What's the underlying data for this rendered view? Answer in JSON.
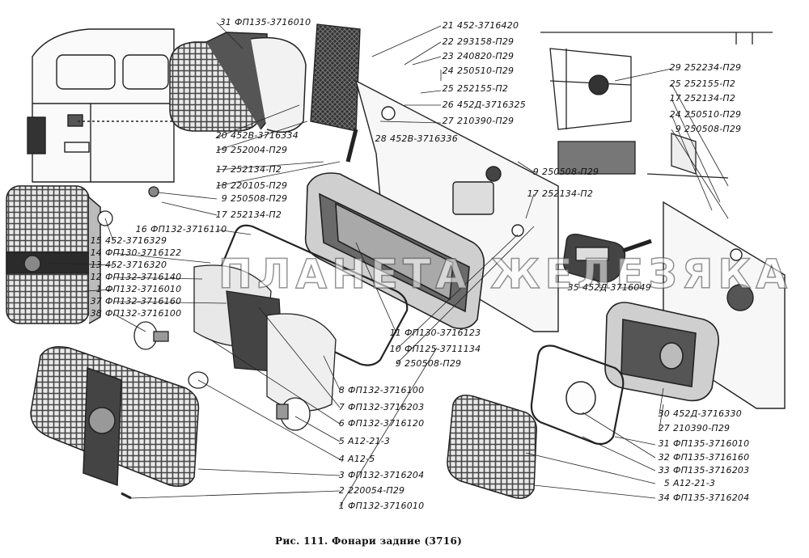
{
  "caption": "Рис. 111. Фонари задние (3716)",
  "watermark": "ПЛАНЕТА ЖЕЛЕЗЯКА",
  "callouts_top_center": [
    {
      "num": "31",
      "code": "ФП135-3716010"
    },
    {
      "num": "21",
      "code": "452-3716420"
    },
    {
      "num": "22",
      "code": "293158-П29"
    },
    {
      "num": "23",
      "code": "240820-П29"
    },
    {
      "num": "24",
      "code": "250510-П29"
    },
    {
      "num": "25",
      "code": "252155-П2"
    },
    {
      "num": "26",
      "code": "452Д-3716325"
    },
    {
      "num": "27",
      "code": "210390-П29"
    },
    {
      "num": "28",
      "code": "452В-3716336"
    }
  ],
  "callouts_left": [
    {
      "num": "20",
      "code": "452В-3716334"
    },
    {
      "num": "19",
      "code": "252004-П29"
    },
    {
      "num": "17",
      "code": "252134-П2"
    },
    {
      "num": "18",
      "code": "220105-П29"
    },
    {
      "num": "9",
      "code": "250508-П29"
    },
    {
      "num": "17",
      "code": "252134-П2"
    },
    {
      "num": "16",
      "code": "ФП132-3716110"
    },
    {
      "num": "15",
      "code": "452-3716329"
    },
    {
      "num": "14",
      "code": "ФП130-3716122"
    },
    {
      "num": "13",
      "code": "452-3716320"
    },
    {
      "num": "12",
      "code": "ФП132-3716140"
    },
    {
      "num": "1",
      "code": "ФП132-3716010"
    },
    {
      "num": "37",
      "code": "ФП132-3716160"
    },
    {
      "num": "38",
      "code": "ФП132-3716100"
    }
  ],
  "callouts_right_top": [
    {
      "num": "29",
      "code": "252234-П29"
    },
    {
      "num": "25",
      "code": "252155-П2"
    },
    {
      "num": "17",
      "code": "252134-П2"
    },
    {
      "num": "24",
      "code": "250510-П29"
    },
    {
      "num": "9",
      "code": "250508-П29"
    },
    {
      "num": "9",
      "code": "250508-П29"
    },
    {
      "num": "17",
      "code": "252134-П2"
    },
    {
      "num": "35",
      "code": "452Д-3716049"
    }
  ],
  "callouts_center_mid": [
    {
      "num": "11",
      "code": "ФП130-3716123"
    },
    {
      "num": "10",
      "code": "ФП125-3711134"
    },
    {
      "num": "9",
      "code": "250508-П29"
    }
  ],
  "callouts_bottom_center": [
    {
      "num": "8",
      "code": "ФП132-3716100"
    },
    {
      "num": "7",
      "code": "ФП132-3716203"
    },
    {
      "num": "6",
      "code": "ФП132-3716120"
    },
    {
      "num": "5",
      "code": "А12-21-3"
    },
    {
      "num": "4",
      "code": "А12-5"
    },
    {
      "num": "3",
      "code": "ФП132-3716204"
    },
    {
      "num": "2",
      "code": "220054-П29"
    },
    {
      "num": "1",
      "code": "ФП132-3716010"
    }
  ],
  "callouts_bottom_right": [
    {
      "num": "30",
      "code": "452Д-3716330"
    },
    {
      "num": "27",
      "code": "210390-П29"
    },
    {
      "num": "31",
      "code": "ФП135-3716010"
    },
    {
      "num": "32",
      "code": "ФП135-3716160"
    },
    {
      "num": "33",
      "code": "ФП135-3716203"
    },
    {
      "num": "5",
      "code": "А12-21-3"
    },
    {
      "num": "34",
      "code": "ФП135-3716204"
    }
  ]
}
